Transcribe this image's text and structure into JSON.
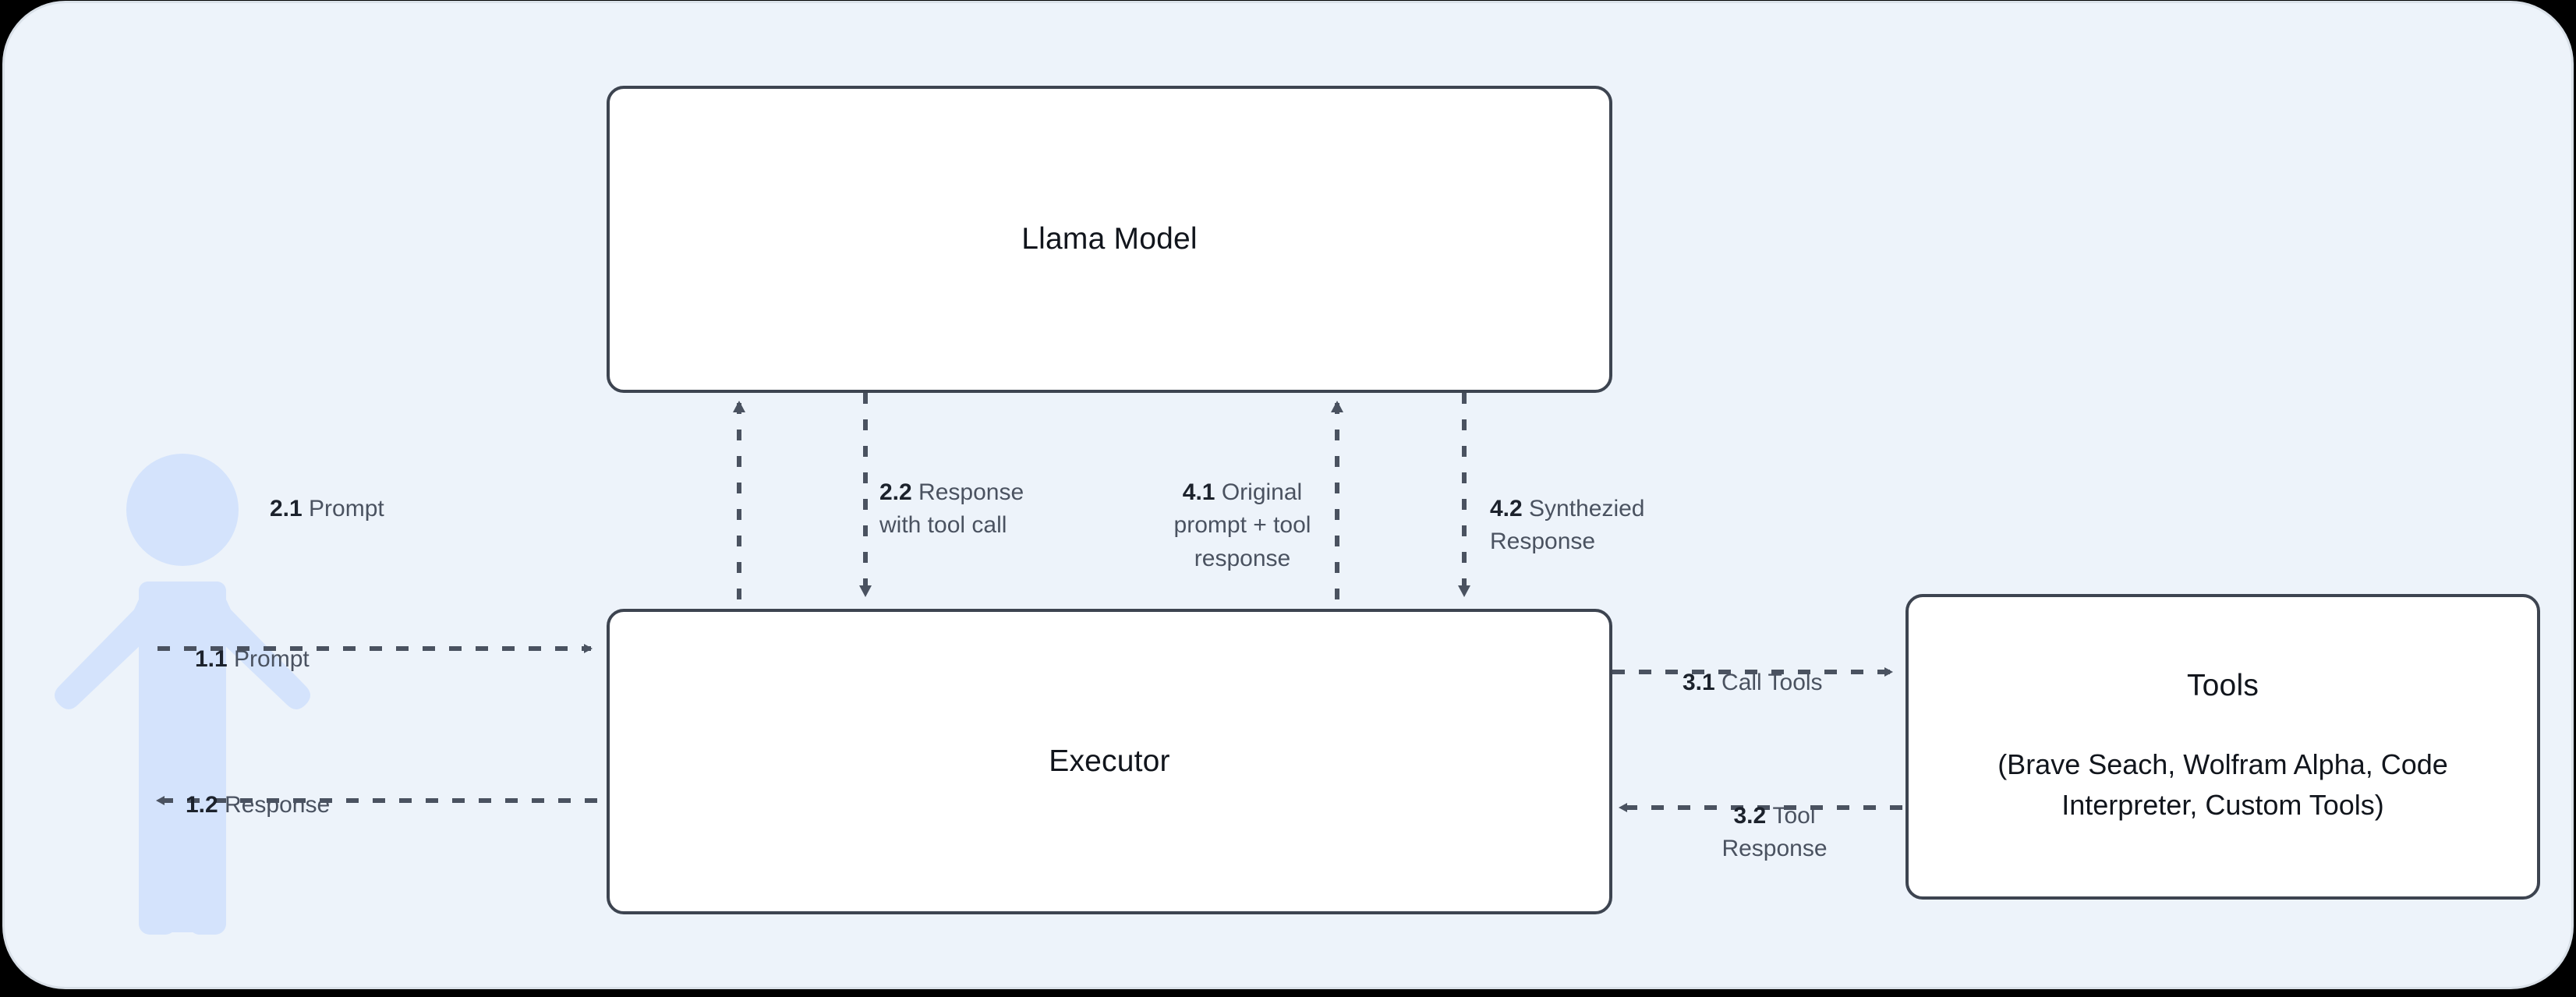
{
  "diagram": {
    "background_color": "#EDF3FA",
    "node_border_color": "#3D4450",
    "person_color": "#D4E3FC",
    "label_color": "#4A5260"
  },
  "actor": {
    "icon": "person-icon",
    "label": ""
  },
  "nodes": {
    "llama": {
      "title": "Llama Model"
    },
    "executor": {
      "title": "Executor"
    },
    "tools": {
      "title": "Tools",
      "subtitle": "(Brave Seach, Wolfram Alpha, Code Interpreter, Custom Tools)"
    }
  },
  "edges": [
    {
      "id": "1.1",
      "step": "1.1",
      "text": "Prompt",
      "from": "user",
      "to": "executor",
      "direction": "right",
      "style": "dashed"
    },
    {
      "id": "1.2",
      "step": "1.2",
      "text": "Response",
      "from": "executor",
      "to": "user",
      "direction": "left",
      "style": "dashed"
    },
    {
      "id": "2.1",
      "step": "2.1",
      "text": "Prompt",
      "from": "executor",
      "to": "llama",
      "direction": "up",
      "style": "dashed"
    },
    {
      "id": "2.2",
      "step": "2.2",
      "text": "Response\nwith tool call",
      "from": "llama",
      "to": "executor",
      "direction": "down",
      "style": "dashed"
    },
    {
      "id": "3.1",
      "step": "3.1",
      "text": "Call Tools",
      "from": "executor",
      "to": "tools",
      "direction": "right",
      "style": "dashed"
    },
    {
      "id": "3.2",
      "step": "3.2",
      "text": "Tool\nResponse",
      "from": "tools",
      "to": "executor",
      "direction": "left",
      "style": "dashed"
    },
    {
      "id": "4.1",
      "step": "4.1",
      "text": "Original\nprompt + tool\nresponse",
      "from": "executor",
      "to": "llama",
      "direction": "up",
      "style": "dashed"
    },
    {
      "id": "4.2",
      "step": "4.2",
      "text": "Synthezied\nResponse",
      "from": "llama",
      "to": "executor",
      "direction": "down",
      "style": "dashed"
    }
  ]
}
